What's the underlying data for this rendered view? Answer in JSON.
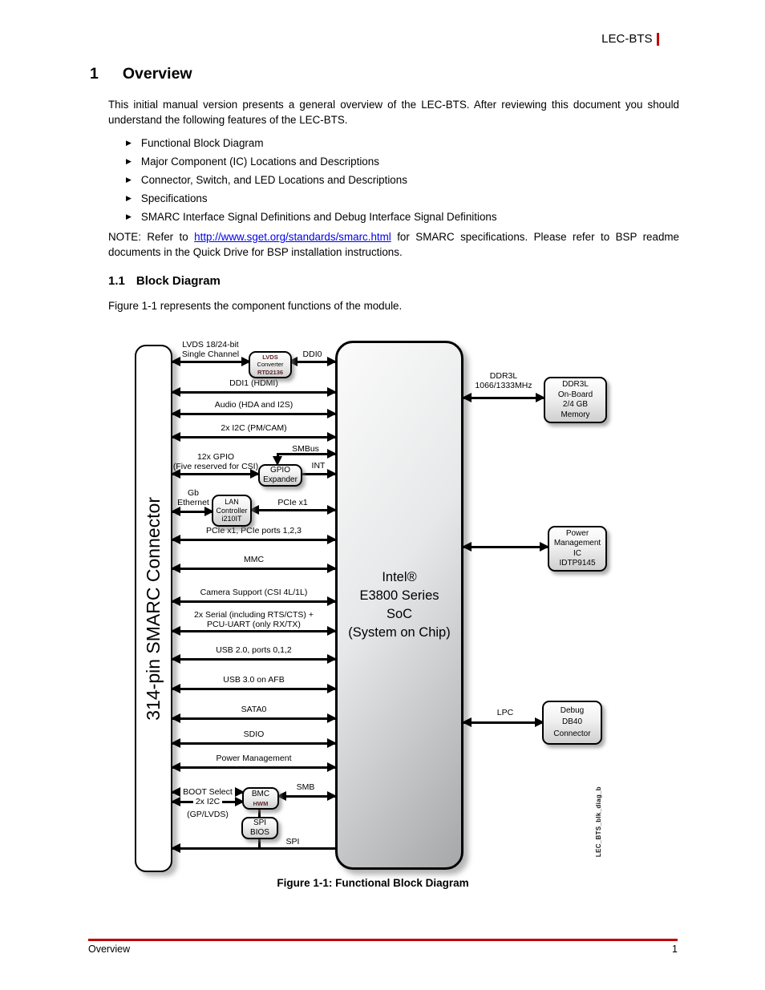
{
  "header": {
    "product_name": "LEC-BTS"
  },
  "title": {
    "number": "1",
    "text": "Overview"
  },
  "intro_paragraph": "This initial manual version presents a general overview of the LEC-BTS. After reviewing this document you should understand the following features of the LEC-BTS.",
  "bullet_list": {
    "glyph": "▶",
    "items": [
      "Functional Block Diagram",
      "Major Component (IC) Locations and Descriptions",
      "Connector, Switch, and LED Locations and Descriptions",
      "Specifications",
      "SMARC Interface Signal Definitions and Debug Interface Signal Definitions"
    ]
  },
  "note": {
    "prefix": "NOTE: Refer to ",
    "link_text": "http://www.sget.org/standards/smarc.html",
    "suffix": " for SMARC specifications. Please refer to BSP readme documents in the Quick Drive for BSP installation instructions."
  },
  "section": {
    "number": "1.1",
    "title": "Block Diagram",
    "paragraph": "Figure 1-1 represents the component functions of the module."
  },
  "figure": {
    "caption": "Figure 1-1: Functional Block Diagram",
    "watermark": "LEC_BTS_blk_diag_b"
  },
  "diagram": {
    "smarc_connector_label": "314-pin SMARC Connector",
    "soc_lines": [
      "Intel®",
      "E3800 Series",
      "SoC",
      "(System on Chip)"
    ],
    "lvds_link": {
      "label_line1": "LVDS 18/24-bit",
      "label_line2": "Single Channel",
      "ddi0_label": "DDI0"
    },
    "lvds_converter_box": {
      "line1": "LVDS",
      "line2": "Converter",
      "line3": "RTD2136"
    },
    "buses": [
      {
        "label": "DDI1 (HDMI)"
      },
      {
        "label": "Audio (HDA and I2S)"
      },
      {
        "label": "2x I2C (PM/CAM)"
      },
      {
        "label": "PCIe x1, PCIe ports 1,2,3"
      },
      {
        "label": "MMC"
      },
      {
        "label": "Camera Support (CSI 4L/1L)"
      },
      {
        "label_line1": "2x Serial (including RTS/CTS) +",
        "label_line2": "PCU-UART (only RX/TX)"
      },
      {
        "label": "USB 2.0, ports 0,1,2"
      },
      {
        "label": "USB 3.0 on AFB"
      },
      {
        "label": "SATA0"
      },
      {
        "label": "SDIO"
      },
      {
        "label": "Power Management"
      }
    ],
    "smbus_label": "SMBus",
    "gpio": {
      "label_line1": "12x GPIO",
      "label_line2": "(Five reserved for CSI)",
      "box_line1": "GPIO",
      "box_line2": "Expander",
      "int_label": "INT"
    },
    "lan": {
      "label_line1": "Gb",
      "label_line2": "Ethernet",
      "box_line1": "LAN",
      "box_line2": "Controller",
      "box_line3": "i210IT",
      "pcie_label": "PCIe x1"
    },
    "bmc": {
      "boot_label": "BOOT Select",
      "i2c_label": "2x I2C",
      "i2c_sublabel": "(GP/LVDS)",
      "box_line1": "BMC",
      "box_line2": "HWM",
      "smb_label": "SMB"
    },
    "spi": {
      "box_line1": "SPI",
      "box_line2": "BIOS",
      "label": "SPI"
    },
    "ddr": {
      "label_line1": "DDR3L",
      "label_line2": "1066/1333MHz",
      "box_line1": "DDR3L",
      "box_line2": "On-Board",
      "box_line3": "2/4 GB",
      "box_line4": "Memory"
    },
    "pmic": {
      "box_line1": "Power",
      "box_line2": "Management",
      "box_line3": "IC",
      "box_line4": "IDTP9145"
    },
    "debug": {
      "lpc_label": "LPC",
      "box_line1": "Debug",
      "box_line2": "DB40",
      "box_line3": "Connector"
    }
  },
  "footer": {
    "section_name": "Overview",
    "page_number": "1"
  },
  "colors": {
    "accent_red": "#c00000",
    "link_blue": "#0000ee",
    "box_subtext_maroon": "#5e2a2c"
  }
}
